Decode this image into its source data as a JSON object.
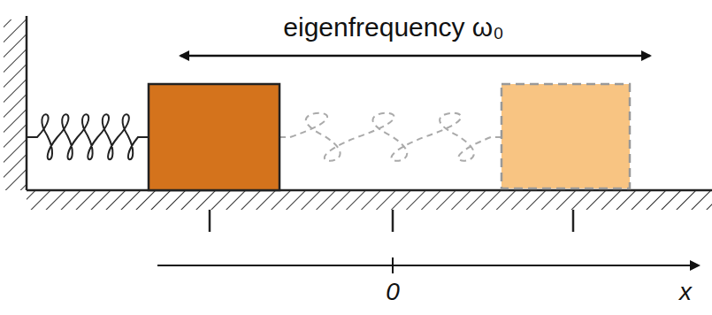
{
  "diagram": {
    "labels": [
      "eigenfrequency ω₀",
      "0",
      "x"
    ]
  }
}
